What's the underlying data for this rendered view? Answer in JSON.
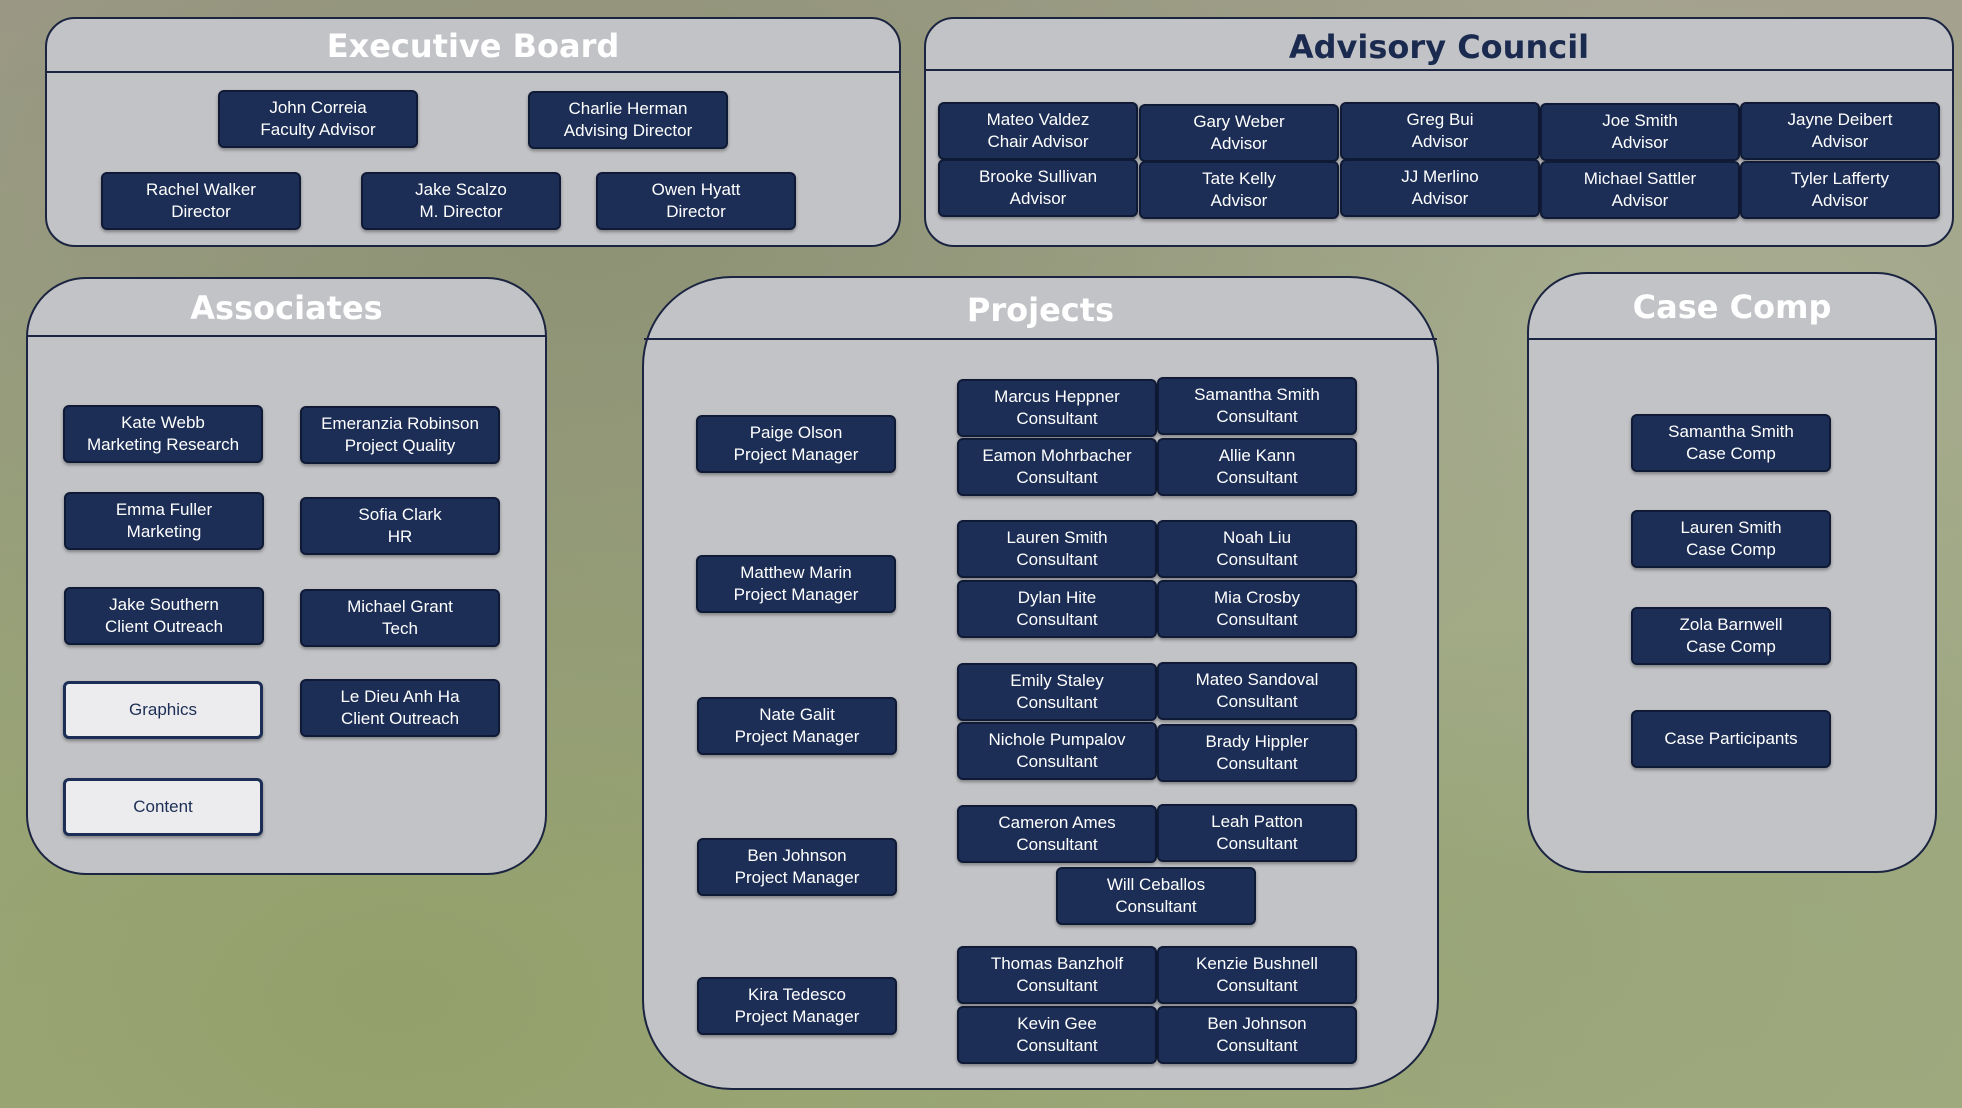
{
  "executive_board": {
    "title": "Executive Board",
    "members": [
      {
        "name": "John Correia",
        "role": "Faculty Advisor"
      },
      {
        "name": "Charlie Herman",
        "role": "Advising Director"
      },
      {
        "name": "Rachel Walker",
        "role": "Director"
      },
      {
        "name": "Jake Scalzo",
        "role": "M. Director"
      },
      {
        "name": "Owen Hyatt",
        "role": "Director"
      }
    ]
  },
  "advisory_council": {
    "title": "Advisory Council",
    "members": [
      {
        "name": "Mateo Valdez",
        "role": "Chair Advisor"
      },
      {
        "name": "Gary Weber",
        "role": "Advisor"
      },
      {
        "name": "Greg Bui",
        "role": "Advisor"
      },
      {
        "name": "Joe Smith",
        "role": "Advisor"
      },
      {
        "name": "Jayne Deibert",
        "role": "Advisor"
      },
      {
        "name": "Brooke Sullivan",
        "role": "Advisor"
      },
      {
        "name": "Tate Kelly",
        "role": "Advisor"
      },
      {
        "name": "JJ Merlino",
        "role": "Advisor"
      },
      {
        "name": "Michael Sattler",
        "role": "Advisor"
      },
      {
        "name": "Tyler Lafferty",
        "role": "Advisor"
      }
    ]
  },
  "associates": {
    "title": "Associates",
    "members": [
      {
        "name": "Kate Webb",
        "role": "Marketing  Research"
      },
      {
        "name": "Emeranzia Robinson",
        "role": "Project Quality"
      },
      {
        "name": "Emma Fuller",
        "role": "Marketing"
      },
      {
        "name": "Sofia Clark",
        "role": "HR"
      },
      {
        "name": "Jake Southern",
        "role": "Client Outreach"
      },
      {
        "name": "Michael Grant",
        "role": "Tech"
      },
      {
        "name": "Graphics",
        "role": ""
      },
      {
        "name": "Le Dieu Anh Ha",
        "role": "Client Outreach"
      },
      {
        "name": "Content",
        "role": ""
      }
    ]
  },
  "projects": {
    "title": "Projects",
    "managers": [
      {
        "name": "Paige Olson",
        "role": "Project Manager"
      },
      {
        "name": "Matthew Marin",
        "role": "Project Manager"
      },
      {
        "name": "Nate Galit",
        "role": "Project Manager"
      },
      {
        "name": "Ben Johnson",
        "role": "Project Manager"
      },
      {
        "name": "Kira Tedesco",
        "role": "Project Manager"
      }
    ],
    "consultants": [
      {
        "name": "Marcus Heppner",
        "role": "Consultant"
      },
      {
        "name": "Samantha Smith",
        "role": "Consultant"
      },
      {
        "name": "Eamon Mohrbacher",
        "role": "Consultant"
      },
      {
        "name": "Allie Kann",
        "role": "Consultant"
      },
      {
        "name": "Lauren Smith",
        "role": "Consultant"
      },
      {
        "name": "Noah Liu",
        "role": "Consultant"
      },
      {
        "name": "Dylan Hite",
        "role": "Consultant"
      },
      {
        "name": "Mia Crosby",
        "role": "Consultant"
      },
      {
        "name": "Emily Staley",
        "role": "Consultant"
      },
      {
        "name": "Mateo Sandoval",
        "role": "Consultant"
      },
      {
        "name": "Nichole Pumpalov",
        "role": "Consultant"
      },
      {
        "name": "Brady Hippler",
        "role": "Consultant"
      },
      {
        "name": "Cameron Ames",
        "role": "Consultant"
      },
      {
        "name": "Leah Patton",
        "role": "Consultant"
      },
      {
        "name": "Will Ceballos",
        "role": "Consultant"
      },
      {
        "name": "Thomas Banzholf",
        "role": "Consultant"
      },
      {
        "name": "Kenzie Bushnell",
        "role": "Consultant"
      },
      {
        "name": "Kevin Gee",
        "role": "Consultant"
      },
      {
        "name": "Ben Johnson",
        "role": "Consultant"
      }
    ]
  },
  "case_comp": {
    "title": "Case Comp",
    "members": [
      {
        "name": "Samantha Smith",
        "role": "Case Comp"
      },
      {
        "name": "Lauren Smith",
        "role": "Case Comp"
      },
      {
        "name": "Zola Barnwell",
        "role": "Case Comp"
      },
      {
        "name": "Case Participants",
        "role": ""
      }
    ]
  },
  "colors": {
    "node_fill": "#1c2e55",
    "panel_fill": "#c2c3c6",
    "outline": "#1b2440",
    "advisory_title": "#1b2a4f"
  }
}
